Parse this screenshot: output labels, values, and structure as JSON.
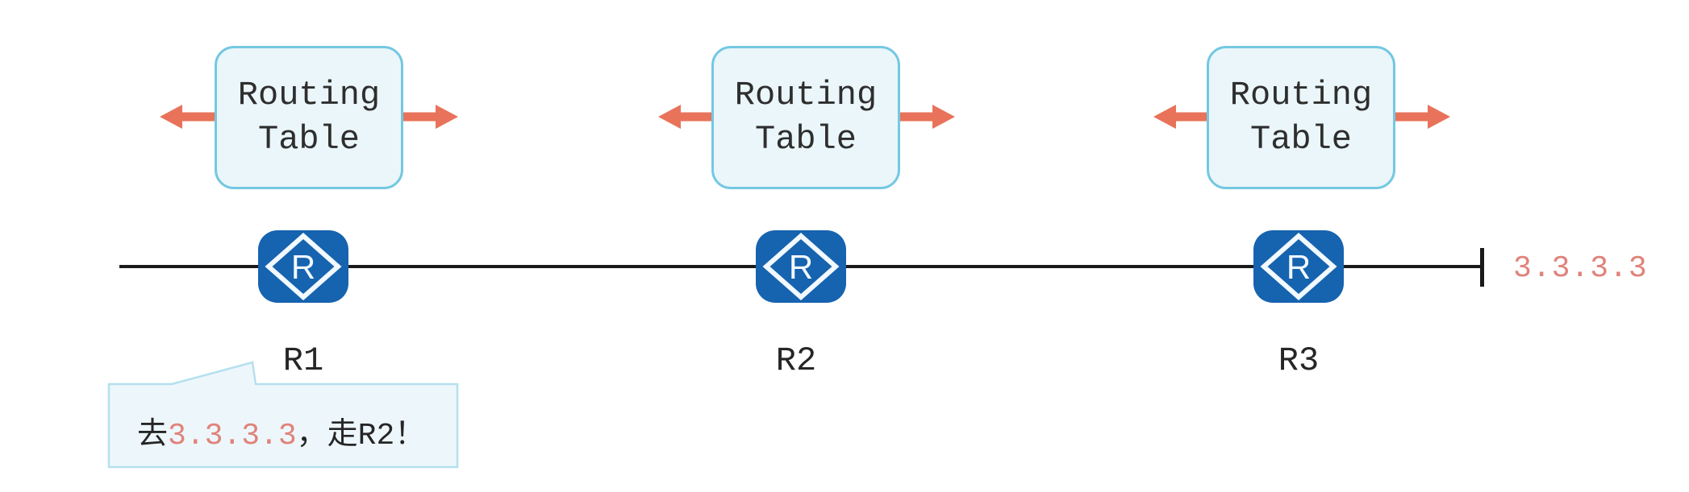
{
  "colors": {
    "accent_salmon": "#e8735a",
    "ip_salmon": "#e0837b",
    "router_blue": "#1663af",
    "box_fill": "#eaf6fa",
    "box_border": "#74c8e2",
    "bubble_fill": "#edf7fb",
    "bubble_border": "#b5e0ee",
    "line_black": "#1a1a1a"
  },
  "routers": [
    {
      "id": "R1",
      "routing_table_label": "Routing Table",
      "icon_letter": "R"
    },
    {
      "id": "R2",
      "routing_table_label": "Routing Table",
      "icon_letter": "R"
    },
    {
      "id": "R3",
      "routing_table_label": "Routing Table",
      "icon_letter": "R"
    }
  ],
  "destination_ip": "3.3.3.3",
  "callout": {
    "prefix": "去",
    "ip": "3.3.3.3",
    "suffix": "，走R2！"
  }
}
